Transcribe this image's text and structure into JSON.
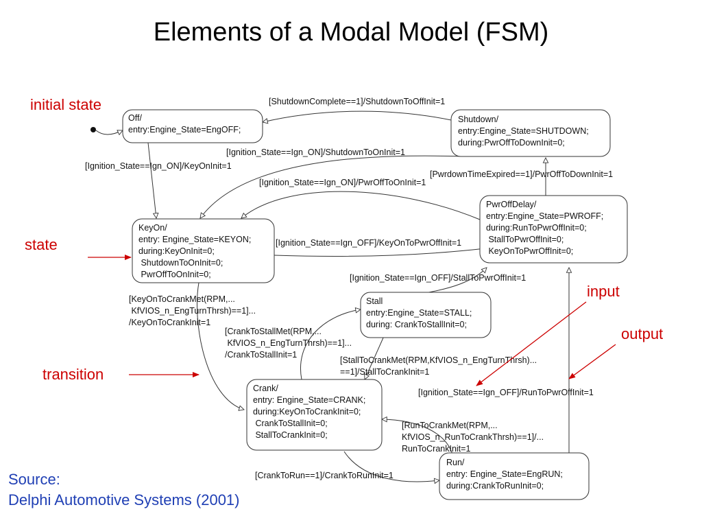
{
  "title": "Elements of a Modal Model (FSM)",
  "colors": {
    "annotation": "#cc0000",
    "source": "#1f3fb4",
    "diagram": "#333333"
  },
  "annotations": {
    "initial_state": "initial state",
    "state": "state",
    "transition": "transition",
    "input": "input",
    "output": "output"
  },
  "states": {
    "off": {
      "lines": [
        "Off/",
        "entry:Engine_State=EngOFF;"
      ]
    },
    "shutdown": {
      "lines": [
        "Shutdown/",
        "entry:Engine_State=SHUTDOWN;",
        "during:PwrOffToDownInit=0;"
      ]
    },
    "keyon": {
      "lines": [
        "KeyOn/",
        "entry: Engine_State=KEYON;",
        "during:KeyOnInit=0;",
        " ShutdownToOnInit=0;",
        " PwrOffToOnInit=0;"
      ]
    },
    "pwroffdelay": {
      "lines": [
        "PwrOffDelay/",
        "entry:Engine_State=PWROFF;",
        "during:RunToPwrOffInit=0;",
        " StallToPwrOffInit=0;",
        " KeyOnToPwrOffInit=0;"
      ]
    },
    "stall": {
      "lines": [
        "Stall",
        "entry:Engine_State=STALL;",
        "during: CrankToStallInit=0;"
      ]
    },
    "crank": {
      "lines": [
        "Crank/",
        "entry: Engine_State=CRANK;",
        "during:KeyOnToCrankInit=0;",
        " CrankToStallInit=0;",
        " StallToCrankInit=0;"
      ]
    },
    "run": {
      "lines": [
        "Run/",
        "entry: Engine_State=EngRUN;",
        "during:CrankToRunInit=0;"
      ]
    }
  },
  "transitions": {
    "shutdown_complete": [
      "[ShutdownComplete==1]/ShutdownToOffInit=1"
    ],
    "off_to_keyon": [
      "[Ignition_State==Ign_ON]/KeyOnInit=1"
    ],
    "shutdown_to_keyon": [
      "[Ignition_State==Ign_ON]/ShutdownToOnInit=1"
    ],
    "pwroff_to_keyon": [
      "[Ignition_State==Ign_ON]/PwrOffToOnInit=1"
    ],
    "pwrdown_expired": [
      "[PwrdownTimeExpired==1]/PwrOffToDownInit=1"
    ],
    "keyon_to_pwroff": [
      "[Ignition_State==Ign_OFF]/KeyOnToPwrOffInit=1"
    ],
    "stall_to_pwroff": [
      "[Ignition_State==Ign_OFF]/StallToPwrOffInit=1"
    ],
    "keyon_to_crank": [
      "[KeyOnToCrankMet(RPM,...",
      " KfVIOS_n_EngTurnThrsh)==1]...",
      "/KeyOnToCrankInit=1"
    ],
    "crank_to_stall": [
      "[CrankToStallMet(RPM,...",
      " KfVIOS_n_EngTurnThrsh)==1]...",
      "/CrankToStallInit=1"
    ],
    "stall_to_crank": [
      "[StallToCrankMet(RPM,KfVIOS_n_EngTurnThrsh)...",
      "==1]/StallToCrankInit=1"
    ],
    "run_to_pwroff": [
      "[Ignition_State==Ign_OFF]/RunToPwrOffInit=1"
    ],
    "run_to_crank": [
      "[RunToCrankMet(RPM,...",
      "KfVIOS_n_RunToCrankThrsh)==1]/...",
      "RunToCrankInit=1"
    ],
    "crank_to_run": [
      "[CrankToRun==1]/CrankToRunInit=1"
    ]
  },
  "source": {
    "line1": "Source:",
    "line2": "Delphi Automotive Systems (2001)"
  }
}
